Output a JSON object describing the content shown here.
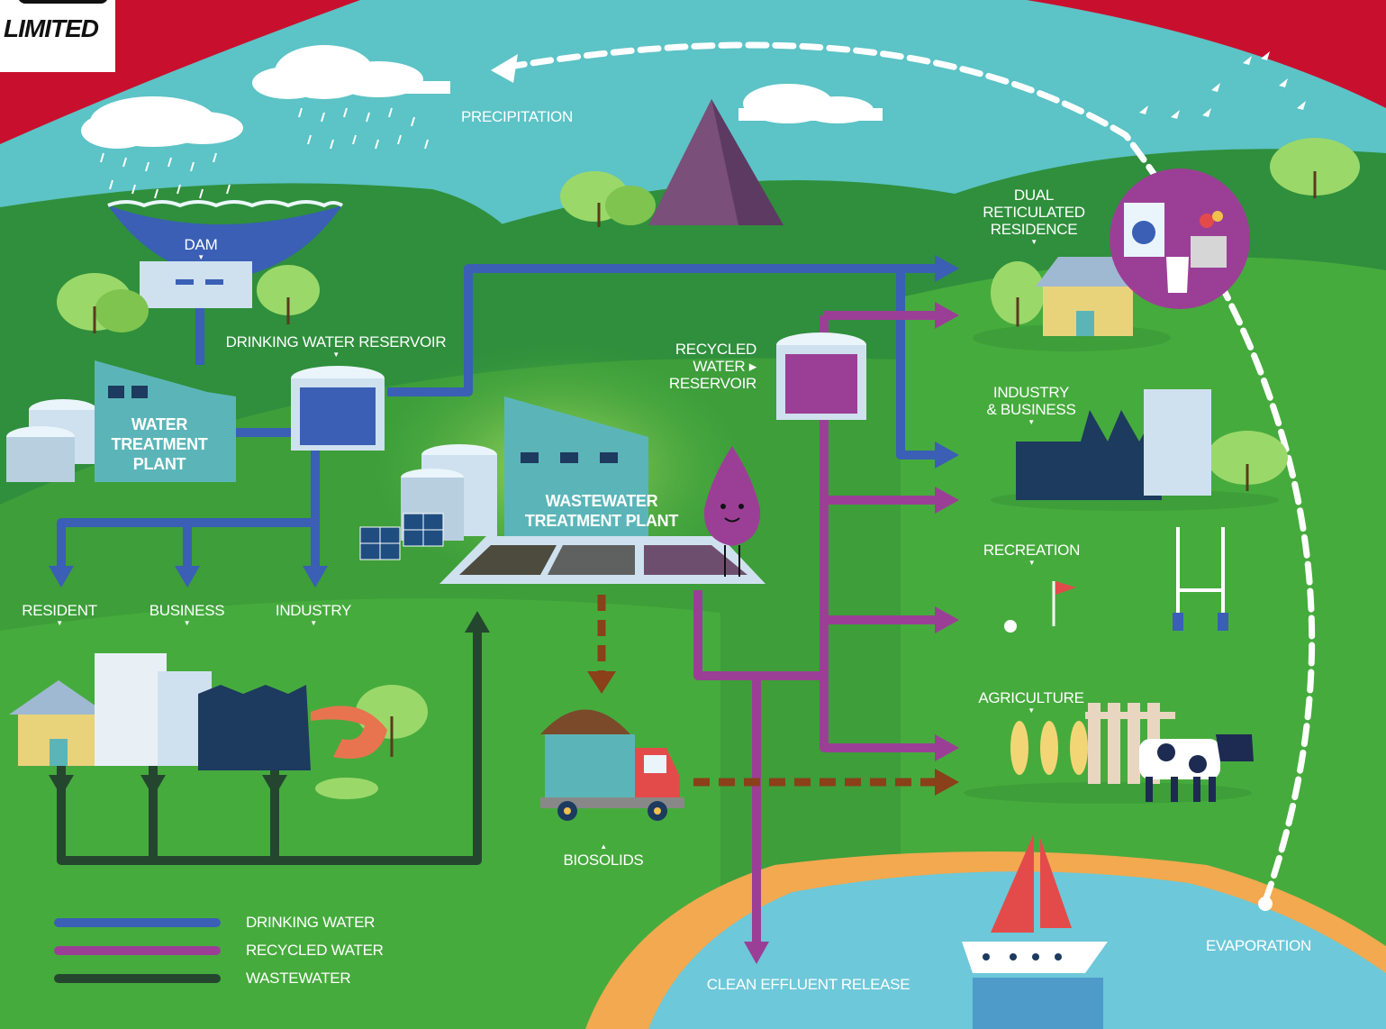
{
  "logo": {
    "text": "LIMITED"
  },
  "labels": {
    "precipitation": "PRECIPITATION",
    "dam": "DAM",
    "drinking_water_reservoir": "DRINKING WATER RESERVOIR",
    "water_treatment_plant": [
      "WATER",
      "TREATMENT",
      "PLANT"
    ],
    "wastewater_treatment_plant": [
      "WASTEWATER",
      "TREATMENT PLANT"
    ],
    "recycled_water_reservoir": [
      "RECYCLED",
      "WATER ▸",
      "RESERVOIR"
    ],
    "dual_reticulated_residence": [
      "DUAL",
      "RETICULATED",
      "RESIDENCE"
    ],
    "industry_business": [
      "INDUSTRY",
      "& BUSINESS"
    ],
    "recreation": "RECREATION",
    "agriculture": "AGRICULTURE",
    "resident": "RESIDENT",
    "business": "BUSINESS",
    "industry": "INDUSTRY",
    "biosolids": "BIOSOLIDS",
    "clean_effluent_release": "CLEAN EFFLUENT RELEASE",
    "evaporation": "EVAPORATION"
  },
  "legend": [
    {
      "label": "DRINKING WATER",
      "color": "#3a5fb5"
    },
    {
      "label": "RECYCLED WATER",
      "color": "#9b3f96"
    },
    {
      "label": "WASTEWATER",
      "color": "#24462f"
    }
  ],
  "colors": {
    "sky": "#5cc3c6",
    "hill_dark": "#2f8f3c",
    "hill_light": "#46ab3d",
    "hill_mid": "#3d9e3a",
    "drinking": "#3a5fb5",
    "recycled": "#9b3f96",
    "wastewater": "#24462f",
    "biosolids": "#8a4019",
    "water_body": "#6dc8d9",
    "sand": "#f2a94f",
    "banner_red": "#c8102e"
  },
  "icons": [
    "moon-icon",
    "bird-icon",
    "cloud-icon",
    "rain-icon",
    "mountain-icon",
    "tree-icon",
    "house-icon",
    "factory-icon",
    "truck-icon",
    "cow-icon",
    "sailboat-icon",
    "shrimp-icon",
    "solar-panel-icon",
    "water-drop-mascot-icon",
    "washing-machine-icon",
    "toilet-icon",
    "golf-flag-icon",
    "goalpost-icon",
    "wheat-icon",
    "fence-icon"
  ]
}
